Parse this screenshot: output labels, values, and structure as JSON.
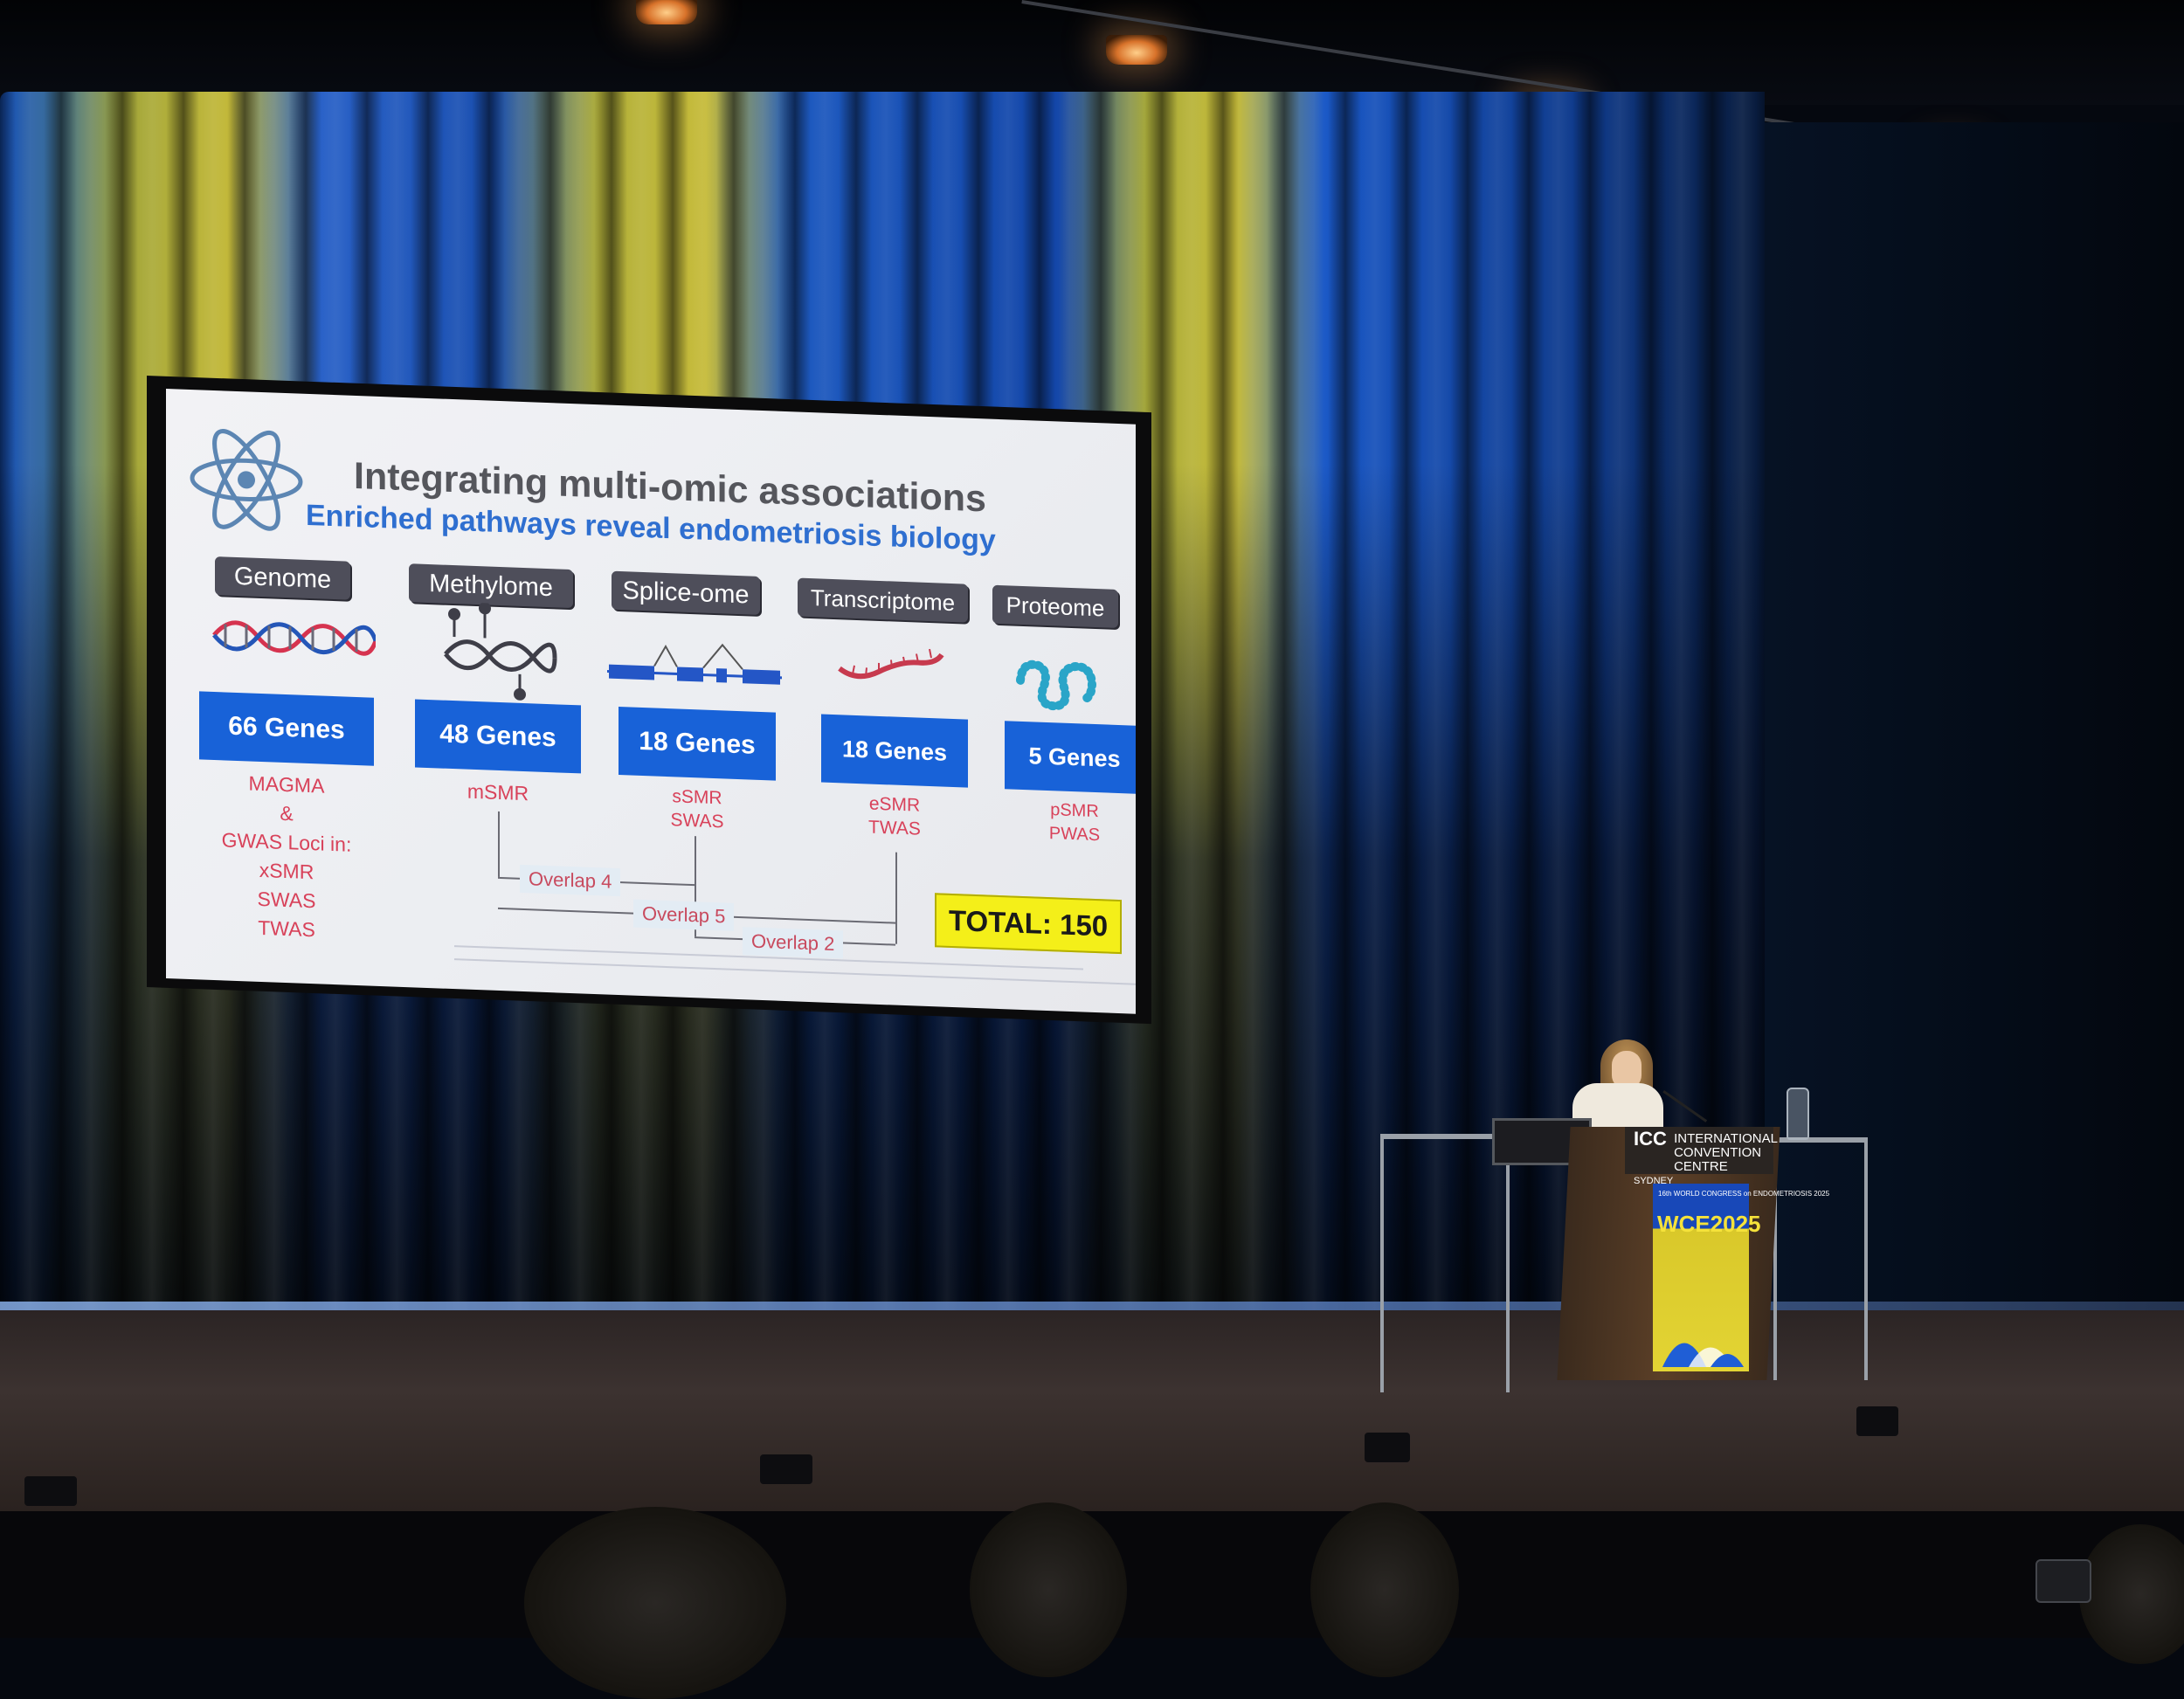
{
  "slide": {
    "title": "Integrating multi-omic associations",
    "subtitle": "Enriched pathways reveal endometriosis biology",
    "columns": [
      {
        "tab": "Genome",
        "genes": "66 Genes",
        "methods": [
          "MAGMA",
          "&",
          "GWAS Loci in:",
          "xSMR",
          "SWAS",
          "TWAS"
        ]
      },
      {
        "tab": "Methylome",
        "genes": "48 Genes",
        "methods": [
          "mSMR"
        ]
      },
      {
        "tab": "Splice-ome",
        "genes": "18 Genes",
        "methods": [
          "sSMR",
          "SWAS"
        ]
      },
      {
        "tab": "Transcriptome",
        "genes": "18 Genes",
        "methods": [
          "eSMR",
          "TWAS"
        ]
      },
      {
        "tab": "Proteome",
        "genes": "5 Genes",
        "methods": [
          "pSMR",
          "PWAS"
        ]
      }
    ],
    "overlaps": [
      "Overlap 4",
      "Overlap 5",
      "Overlap 2"
    ],
    "total": "TOTAL: 150",
    "colors": {
      "tab": "#4e4e5a",
      "genes_box": "#1862d8",
      "method_text": "#d8425a",
      "total_bg": "#f4ef19",
      "title": "#55565c",
      "subtitle": "#2f6fd0"
    },
    "icons": [
      "atom-icon",
      "dna-icon",
      "methylated-dna-icon",
      "splice-icon",
      "rna-icon",
      "protein-icon"
    ]
  },
  "podium": {
    "logo_lines": [
      "ICC",
      "SYDNEY",
      "INTERNATIONAL",
      "CONVENTION",
      "CENTRE"
    ],
    "banner_top": "16th WORLD CONGRESS on ENDOMETRIOSIS 2025",
    "banner_text": "WCE2025"
  }
}
